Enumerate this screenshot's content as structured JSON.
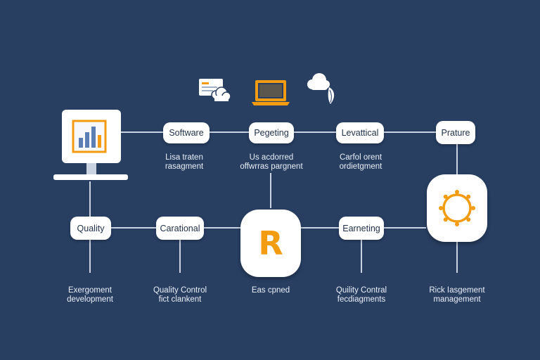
{
  "colors": {
    "background": "#283f62",
    "accent": "#f39c12",
    "line": "#c9d3e2",
    "node": "#ffffff",
    "text_dark": "#1f2e45",
    "text_light": "#e9eef6"
  },
  "icons": {
    "top": [
      "document-cloud-icon",
      "laptop-icon",
      "cloud-leaf-icon"
    ],
    "monitor": "monitor-chart-icon",
    "gear": "gear-icon"
  },
  "nodes": {
    "software": "Software",
    "pegeting": "Pegeting",
    "levattical": "Levattical",
    "prature": "Prature",
    "quality": "Quality",
    "carational": "Carational",
    "r_badge": "R",
    "earneting": "Earneting"
  },
  "captions": {
    "row1": [
      {
        "line1": "Lisa traten",
        "line2": "rasagment"
      },
      {
        "line1": "Us acdorred",
        "line2": "offwrras pargnent"
      },
      {
        "line1": "Carfol orent",
        "line2": "ordietgment"
      }
    ],
    "row2": [
      {
        "line1": "Exergoment",
        "line2": "development"
      },
      {
        "line1": "Quality Control",
        "line2": "fict clankent"
      },
      {
        "line1": "Eas cpned",
        "line2": ""
      },
      {
        "line1": "Quility Contral",
        "line2": "fecdiagments"
      },
      {
        "line1": "Rick Iasgement",
        "line2": "management"
      }
    ]
  }
}
